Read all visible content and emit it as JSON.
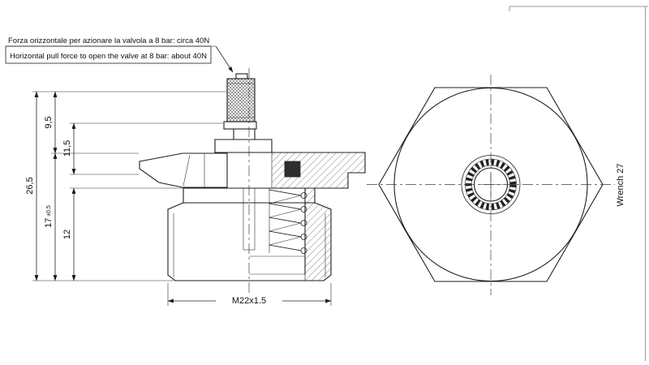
{
  "note": {
    "line_italian": "Forza orizzontale per azionare la valvola a 8 bar: circa 40N",
    "line_english": "Horizontal pull force to open the valve at 8 bar: about 40N"
  },
  "dimensions": {
    "stem_height": "9,5",
    "upper_section": "11,5",
    "overall_height": "26,5",
    "body_height_value": "17",
    "body_height_tolerance": "±0,5",
    "lower_section": "12",
    "thread": "M22x1.5",
    "wrench_size": "Wrench 27"
  },
  "colors": {
    "line": "#1f1f1f",
    "centerline": "#3c3c3c",
    "hatch": "#4a4a4a",
    "frame": "#9a9a9a",
    "background": "#ffffff"
  }
}
